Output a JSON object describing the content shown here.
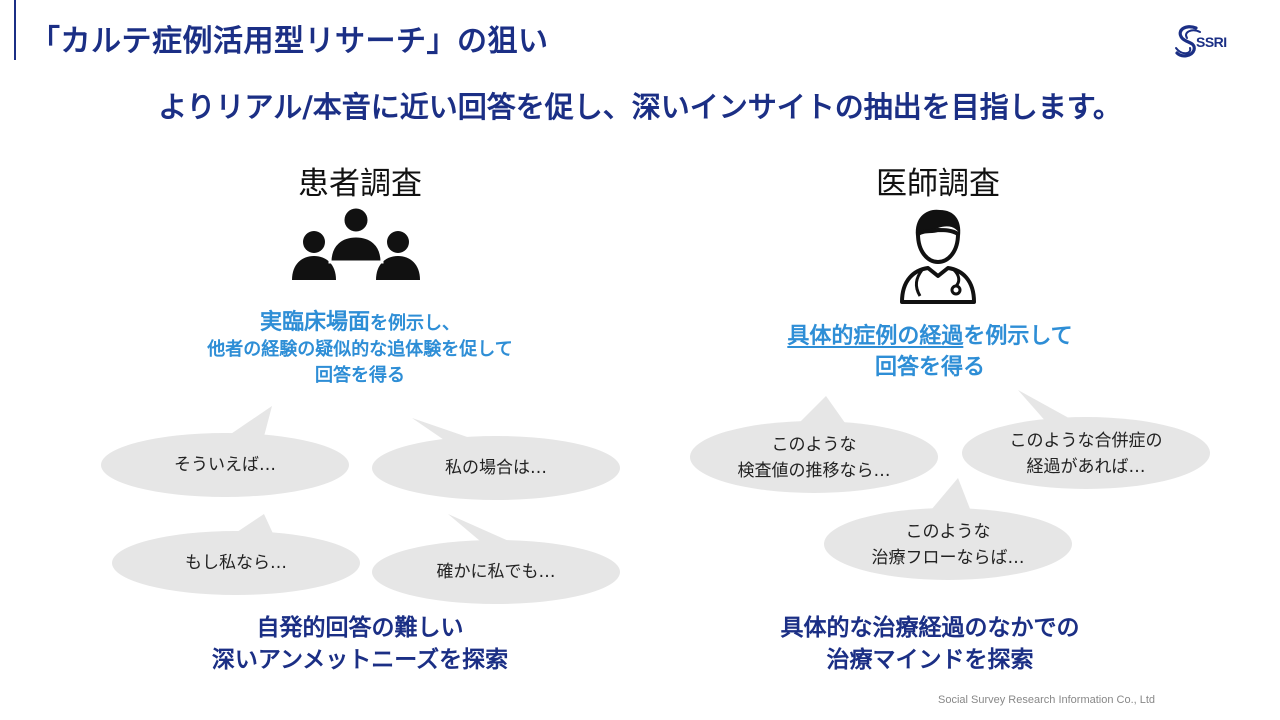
{
  "header": {
    "title": "「カルテ症例活用型リサーチ」の狙い",
    "logo_text": "SSRI"
  },
  "subtitle": "よりリアル/本音に近い回答を促し、深いインサイトの抽出を目指します。",
  "patient": {
    "heading": "患者調査",
    "icon": "group-of-people-icon",
    "desc_highlight": "実臨床場面",
    "desc_line1_rest": "を例示し、",
    "desc_line2": "他者の経験の疑似的な追体験を促して",
    "desc_line3": "回答を得る",
    "bubbles": [
      "そういえば…",
      "私の場合は…",
      "もし私なら…",
      "確かに私でも…"
    ],
    "conclusion_line1": "自発的回答の難しい",
    "conclusion_line2": "深いアンメットニーズを探索"
  },
  "doctor": {
    "heading": "医師調査",
    "icon": "doctor-with-stethoscope-icon",
    "desc_highlight": "具体的症例の経過",
    "desc_line1_rest": "を例示して",
    "desc_line2": "回答を得る",
    "bubbles": [
      [
        "このような",
        "検査値の推移なら…"
      ],
      [
        "このような合併症の",
        "経過があれば…"
      ],
      [
        "このような",
        "治療フローならば…"
      ]
    ],
    "conclusion_line1": "具体的な治療経過のなかでの",
    "conclusion_line2": "治療マインドを探索"
  },
  "colors": {
    "navy": "#1b2f85",
    "accent_blue": "#2e8ed6",
    "bubble_gray": "#e6e6e6"
  },
  "footer": "Social Survey Research Information Co., Ltd"
}
